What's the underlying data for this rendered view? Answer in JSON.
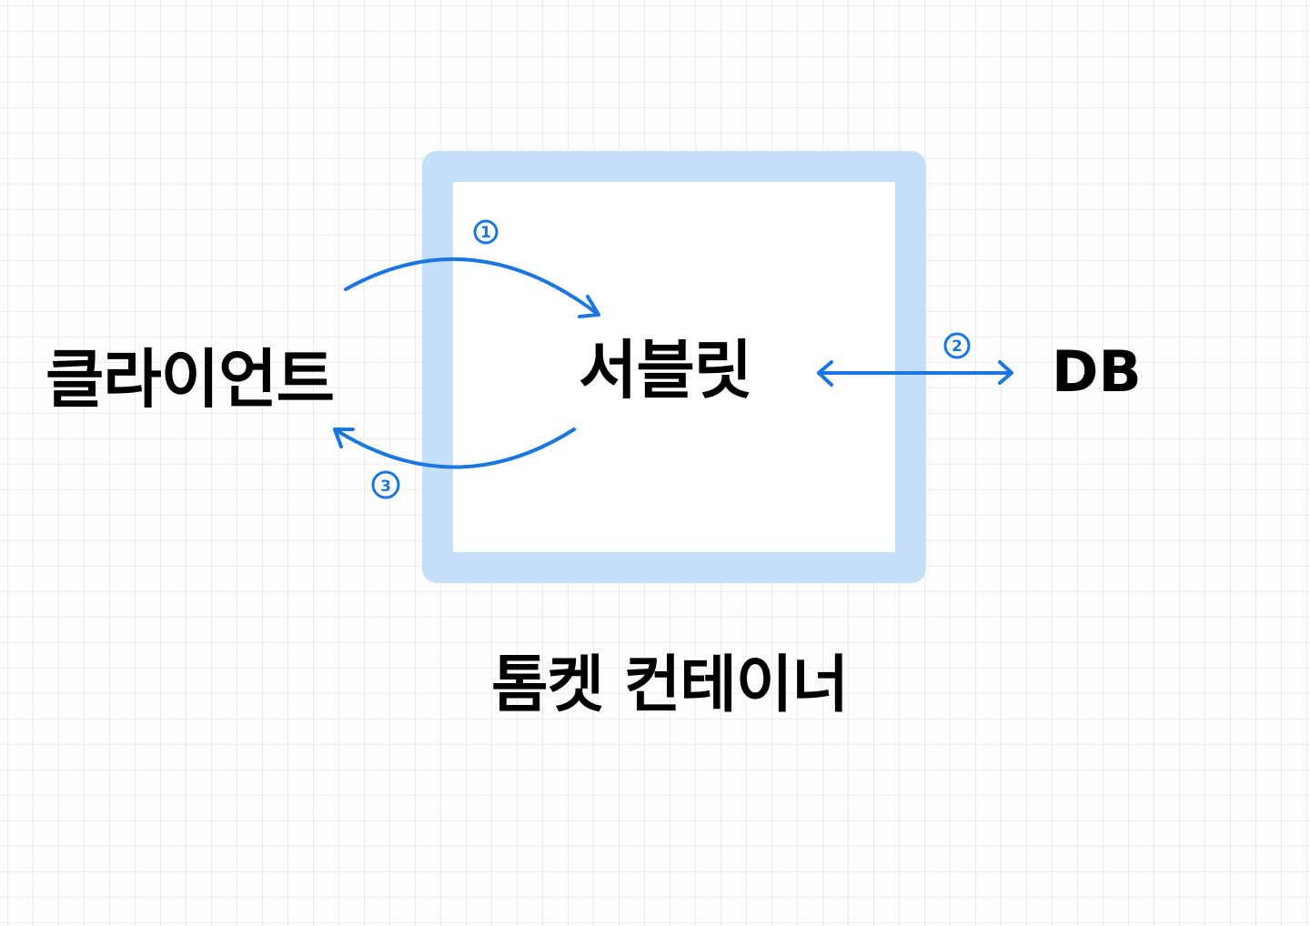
{
  "nodes": {
    "client": "클라이언트",
    "servlet": "서블릿",
    "db": "DB",
    "container": "톰켓 컨테이너"
  },
  "steps": {
    "one": "1",
    "two": "2",
    "three": "3"
  },
  "colors": {
    "container_fill": "#c5e0fa",
    "arrow": "#1a76e0",
    "text": "#000000"
  }
}
